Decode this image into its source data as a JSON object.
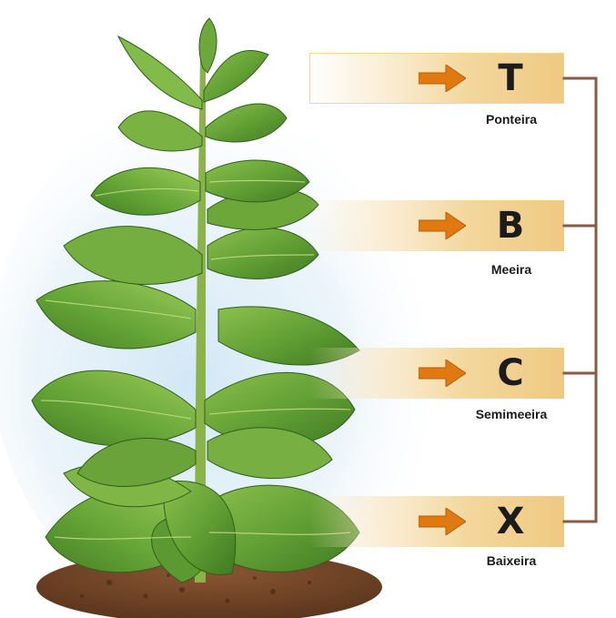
{
  "tiers": [
    {
      "letter": "T",
      "name": "Ponteira"
    },
    {
      "letter": "B",
      "name": "Meeira"
    },
    {
      "letter": "C",
      "name": "Semimeeira"
    },
    {
      "letter": "X",
      "name": "Baixeira"
    }
  ],
  "colors": {
    "band": "#efc982",
    "arrow": "#e07a10",
    "bracket": "#8a5a45",
    "leaf": "#6aa33a",
    "leaf_dark": "#3f7a22",
    "soil": "#7a4a2a",
    "sky_glow": "#cfe6f5"
  }
}
